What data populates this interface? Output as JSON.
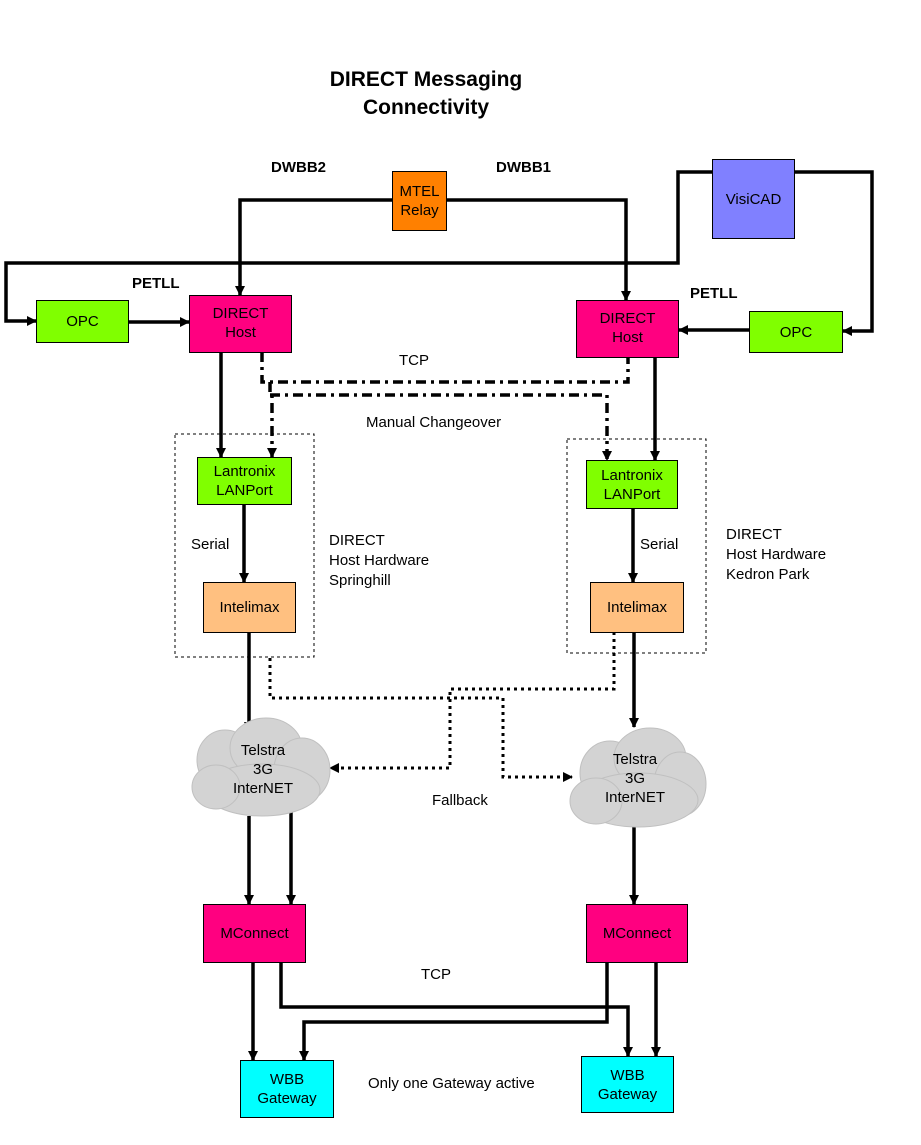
{
  "title": {
    "line1": "DIRECT Messaging",
    "line2": "Connectivity"
  },
  "colors": {
    "relay": "#ff8000",
    "visicad": "#8080ff",
    "opc": "#80ff00",
    "host": "#ff0080",
    "lantronix": "#80ff00",
    "intelimax": "#ffc080",
    "cloud": "#d3d3d3",
    "mconnect": "#ff0080",
    "gateway": "#00ffff"
  },
  "labels": {
    "dwbb2": "DWBB2",
    "dwbb1": "DWBB1",
    "petll_left": "PETLL",
    "petll_right": "PETLL",
    "tcp_top": "TCP",
    "manual_changeover": "Manual Changeover",
    "serial_left": "Serial",
    "serial_right": "Serial",
    "fallback": "Fallback",
    "tcp_bottom": "TCP",
    "gateway_note": "Only one Gateway active"
  },
  "site_left": {
    "line1": "DIRECT",
    "line2": "Host Hardware",
    "line3": "Springhill"
  },
  "site_right": {
    "line1": "DIRECT",
    "line2": "Host Hardware",
    "line3": "Kedron Park"
  },
  "nodes": {
    "mtel": {
      "line1": "MTEL",
      "line2": "Relay"
    },
    "visicad": {
      "line1": "VisiCAD"
    },
    "opc_left": {
      "line1": "OPC"
    },
    "opc_right": {
      "line1": "OPC"
    },
    "host_left": {
      "line1": "DIRECT",
      "line2": "Host"
    },
    "host_right": {
      "line1": "DIRECT",
      "line2": "Host"
    },
    "lantronix_left": {
      "line1": "Lantronix",
      "line2": "LANPort"
    },
    "lantronix_right": {
      "line1": "Lantronix",
      "line2": "LANPort"
    },
    "intelimax_left": {
      "line1": "Intelimax"
    },
    "intelimax_right": {
      "line1": "Intelimax"
    },
    "cloud_left": {
      "line1": "Telstra",
      "line2": "3G",
      "line3": "InterNET"
    },
    "cloud_right": {
      "line1": "Telstra",
      "line2": "3G",
      "line3": "InterNET"
    },
    "mconnect_left": {
      "line1": "MConnect"
    },
    "mconnect_right": {
      "line1": "MConnect"
    },
    "gateway_left": {
      "line1": "WBB",
      "line2": "Gateway"
    },
    "gateway_right": {
      "line1": "WBB",
      "line2": "Gateway"
    }
  }
}
